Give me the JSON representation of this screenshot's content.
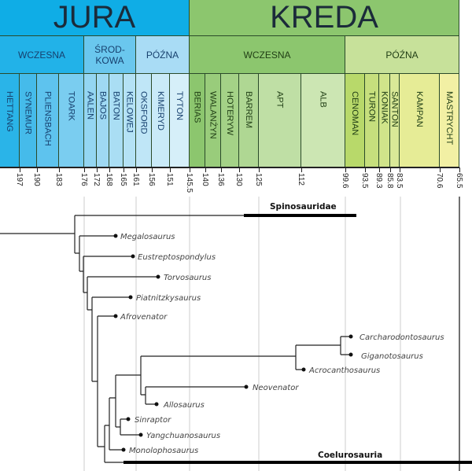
{
  "periods": [
    {
      "name": "JURA",
      "color": "#0fade6"
    },
    {
      "name": "KREDA",
      "color": "#8cc66e"
    }
  ],
  "epochs": [
    {
      "name": "WCZESNA",
      "color": "#22b2e8"
    },
    {
      "name": "ŚROD-\nKOWA",
      "color": "#6ac7ee"
    },
    {
      "name": "PÓŹNA",
      "color": "#a9dcf5"
    },
    {
      "name": "WCZESNA",
      "color": "#8cc66e"
    },
    {
      "name": "PÓŹNA",
      "color": "#c7e19a"
    }
  ],
  "stages": [
    {
      "name": "HETTANG",
      "color": "#2ab4e8"
    },
    {
      "name": "SYNEMUR",
      "color": "#45bbea"
    },
    {
      "name": "PLIENSBACH",
      "color": "#5ec3ee"
    },
    {
      "name": "TOARK",
      "color": "#7acdf0"
    },
    {
      "name": "AALEN",
      "color": "#94d6f2"
    },
    {
      "name": "BAJOS",
      "color": "#9fd9f3"
    },
    {
      "name": "BATON",
      "color": "#aadef4"
    },
    {
      "name": "KELOWEJ",
      "color": "#b4e2f5"
    },
    {
      "name": "OKSFORD",
      "color": "#bfe6f7"
    },
    {
      "name": "KIMERYD",
      "color": "#c9eaf8"
    },
    {
      "name": "TYTON",
      "color": "#d6eff9"
    },
    {
      "name": "BERIAS",
      "color": "#8cc66e"
    },
    {
      "name": "WALANŻYN",
      "color": "#99cc7b"
    },
    {
      "name": "HOTERYW",
      "color": "#a4d287"
    },
    {
      "name": "BARREM",
      "color": "#afd793"
    },
    {
      "name": "APT",
      "color": "#bfdfa5"
    },
    {
      "name": "ALB",
      "color": "#cce6b3"
    },
    {
      "name": "CENOMAN",
      "color": "#b8d96a"
    },
    {
      "name": "TURON",
      "color": "#c6df7d"
    },
    {
      "name": "KONIAK",
      "color": "#d0e48a"
    },
    {
      "name": "SANTON",
      "color": "#d9e897"
    },
    {
      "name": "KAMPAN",
      "color": "#e6ec96"
    },
    {
      "name": "MASTRYCHT",
      "color": "#f2f0a4"
    }
  ],
  "ticks": [
    "197",
    "190",
    "183",
    "176",
    "172",
    "168",
    "165",
    "161",
    "156",
    "151",
    "145.5",
    "140",
    "136",
    "130",
    "125",
    "112",
    "99.6",
    "93.5",
    "89.3",
    "85.8",
    "83.5",
    "70.6",
    "65.5"
  ],
  "clades": {
    "spinosauridae": "Spinosauridae",
    "coelurosauria": "Coelurosauria"
  },
  "taxa": {
    "megalosaurus": "Megalosaurus",
    "eustreptospondylus": "Eustreptospondylus",
    "torvosaurus": "Torvosaurus",
    "piatnitzkysaurus": "Piatnitzkysaurus",
    "afrovenator": "Afrovenator",
    "carcharodontosaurus": "Carcharodontosaurus",
    "giganotosaurus": "Giganotosaurus",
    "acrocanthosaurus": "Acrocanthosaurus",
    "neovenator": "Neovenator",
    "allosaurus": "Allosaurus",
    "sinraptor": "Sinraptor",
    "yangchuanosaurus": "Yangchuanosaurus",
    "monolophosaurus": "Monolophosaurus"
  }
}
